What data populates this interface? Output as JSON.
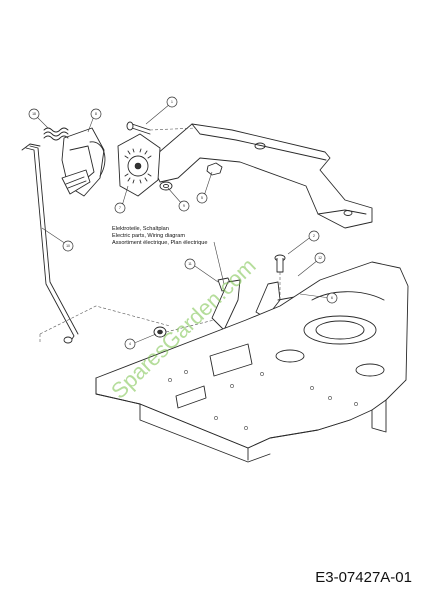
{
  "diagram": {
    "callouts": [
      {
        "id": "c1",
        "label": "1"
      },
      {
        "id": "c2",
        "label": "2"
      },
      {
        "id": "c4",
        "label": "4"
      },
      {
        "id": "c5",
        "label": "5"
      },
      {
        "id": "c6",
        "label": "6"
      },
      {
        "id": "c7",
        "label": "7"
      },
      {
        "id": "c8",
        "label": "8"
      },
      {
        "id": "c9",
        "label": "9"
      },
      {
        "id": "c10",
        "label": "10"
      },
      {
        "id": "c11",
        "label": "11"
      },
      {
        "id": "c12",
        "label": "12"
      },
      {
        "id": "c18",
        "label": "18"
      }
    ],
    "note_lines": [
      "Elektroteile, Schaltplan",
      "Electric parts, Wiring diagram",
      "Assortiment électrique, Plan électrique"
    ],
    "watermark": "SparesGarden.com",
    "document_id": "E3-07427A-01"
  }
}
